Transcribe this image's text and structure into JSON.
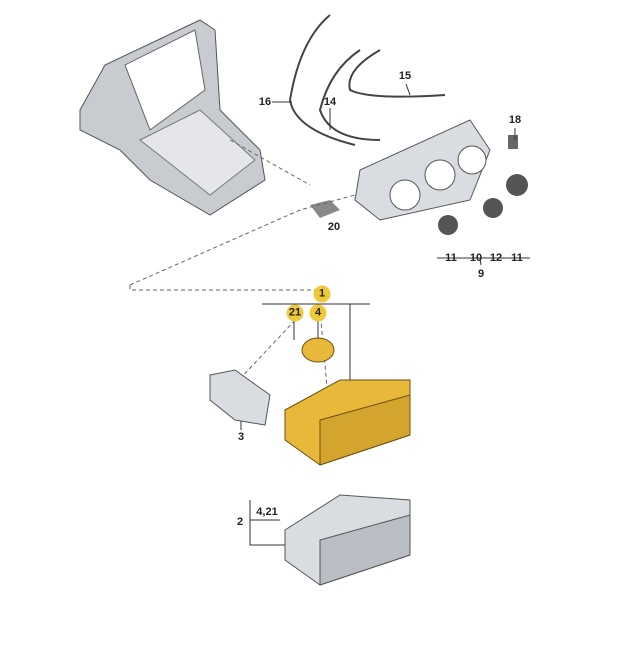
{
  "colors": {
    "highlight": "#f0c93a",
    "part": "#d9dde2",
    "part_yellow": "#e8b83a",
    "line": "#333333"
  },
  "labels": {
    "p16": "16",
    "p14": "14",
    "p15": "15",
    "p18": "18",
    "p20": "20",
    "p11a": "11",
    "p10": "10",
    "p12": "12",
    "p11b": "11",
    "p9": "9",
    "p1": "1",
    "p21": "21",
    "p4": "4",
    "p3": "3",
    "p2": "2",
    "p4_21": "4,21"
  }
}
